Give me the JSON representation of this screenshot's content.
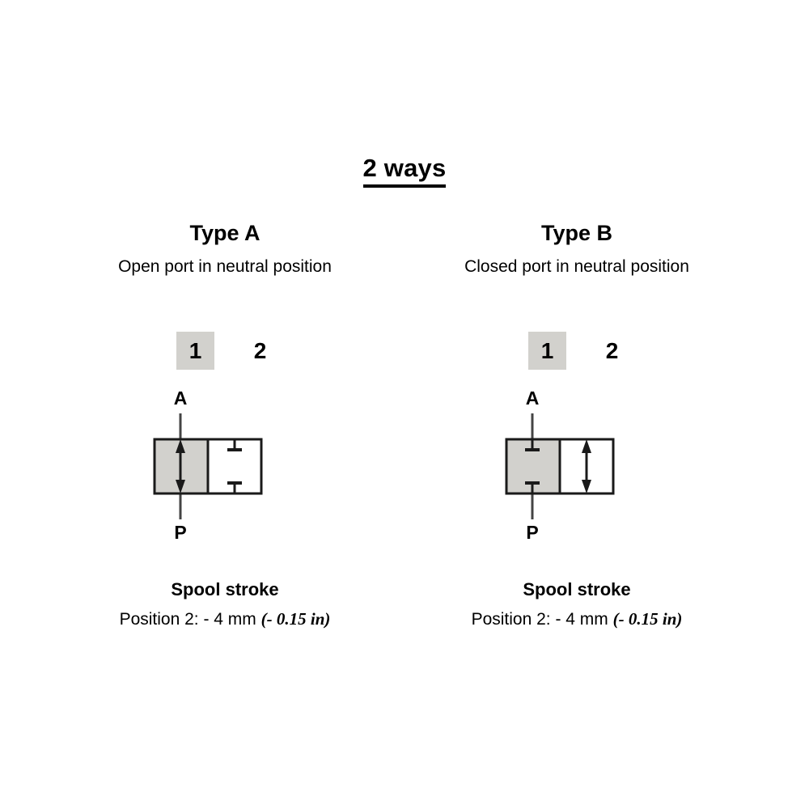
{
  "title": "2 ways",
  "columns": [
    {
      "id": "type-a",
      "heading": "Type A",
      "subtitle": "Open port in neutral position",
      "positions": {
        "active": "1",
        "inactive": "2"
      },
      "symbol": {
        "port_top": "A",
        "port_bottom": "P",
        "cell1": "flow-arrow",
        "cell2": "blocked-ports"
      },
      "caption": {
        "title": "Spool stroke",
        "line": "Position 2:  - 4 mm",
        "imperial": "(- 0.15 in)"
      }
    },
    {
      "id": "type-b",
      "heading": "Type B",
      "subtitle": "Closed port in neutral position",
      "positions": {
        "active": "1",
        "inactive": "2"
      },
      "symbol": {
        "port_top": "A",
        "port_bottom": "P",
        "cell1": "blocked-ports",
        "cell2": "flow-arrow"
      },
      "caption": {
        "title": "Spool stroke",
        "line": "Position 2:  - 4 mm",
        "imperial": "(- 0.15 in)"
      }
    }
  ],
  "colors": {
    "background": "#ffffff",
    "line": "#1a1a1a",
    "shaded_cell": "#d2d1cd",
    "highlight_box": "#d2d1cd",
    "text": "#000000"
  }
}
